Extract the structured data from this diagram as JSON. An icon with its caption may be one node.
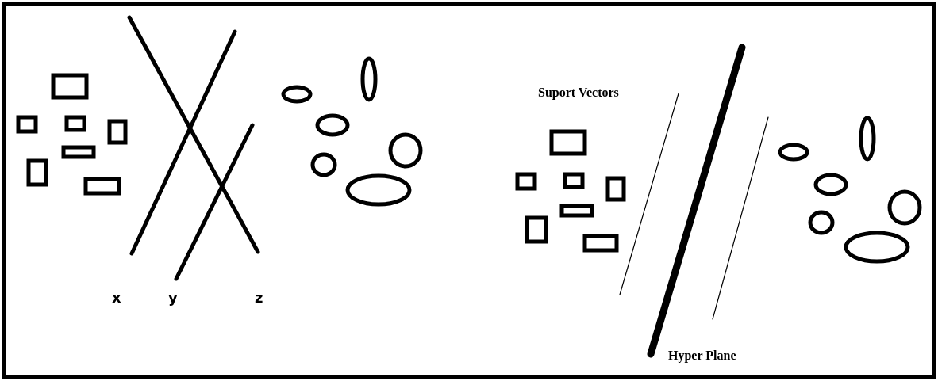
{
  "diagram": {
    "labels": [
      "x",
      "y",
      "z",
      "Suport Vectors",
      "Hyper Plane"
    ]
  }
}
